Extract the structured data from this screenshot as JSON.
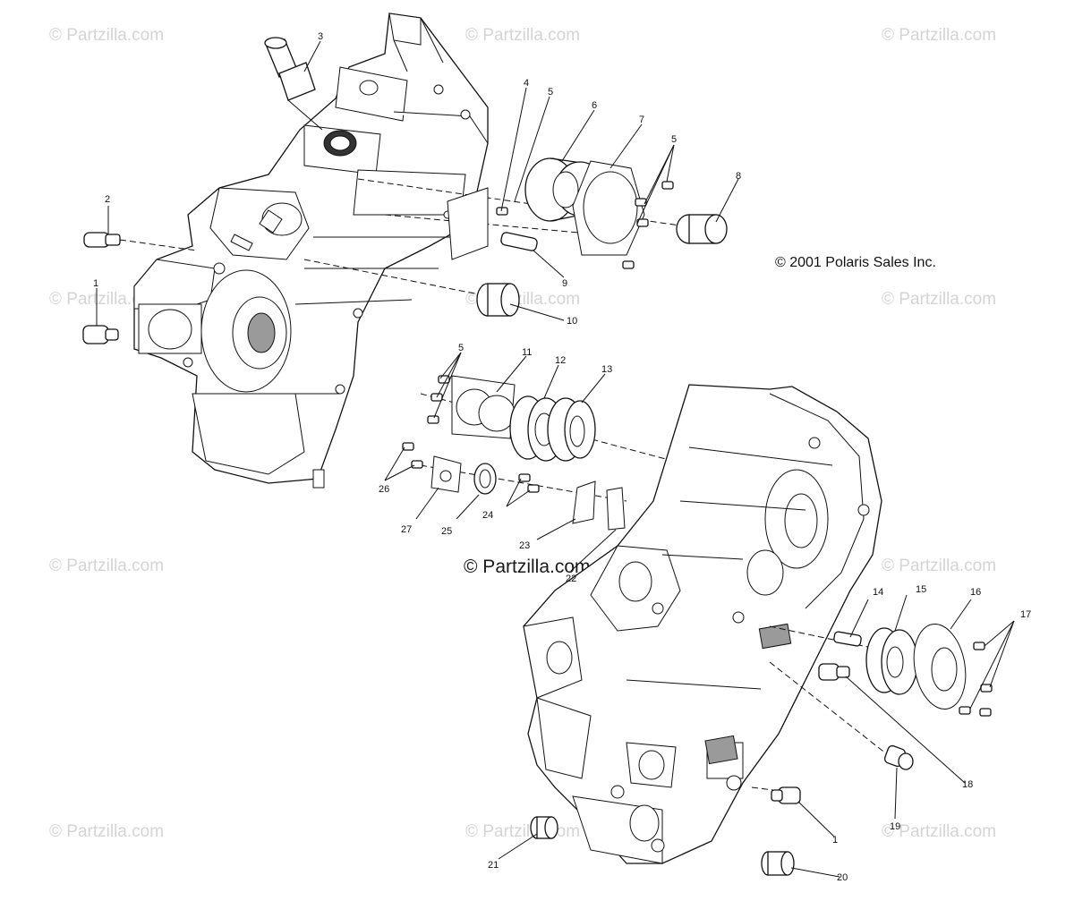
{
  "copyright_notice": "© 2001 Polaris Sales Inc.",
  "watermark_text": "© Partzilla.com",
  "callouts": {
    "c1a": "1",
    "c1b": "1",
    "c2": "2",
    "c3": "3",
    "c4": "4",
    "c5a": "5",
    "c5b": "5",
    "c5c": "5",
    "c6": "6",
    "c7": "7",
    "c8": "8",
    "c9": "9",
    "c10": "10",
    "c11": "11",
    "c12": "12",
    "c13": "13",
    "c14": "14",
    "c15": "15",
    "c16": "16",
    "c17": "17",
    "c18": "18",
    "c19": "19",
    "c20": "20",
    "c21": "21",
    "c22": "22",
    "c23": "23",
    "c24": "24",
    "c25": "25",
    "c26": "26",
    "c27": "27"
  }
}
